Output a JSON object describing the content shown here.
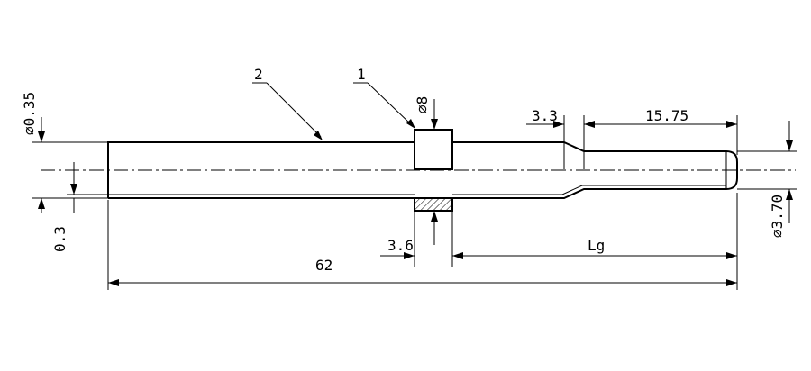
{
  "labels": {
    "callout_1": "1",
    "callout_2": "2",
    "dia_collar": "⌀8",
    "dia_wall": "⌀0.35",
    "wall_offset": "0.3",
    "len_taper": "3.3",
    "len_tip": "15.75",
    "dia_tip": "⌀3.70",
    "len_collar": "3.6",
    "len_g": "Lg",
    "len_total": "62"
  }
}
